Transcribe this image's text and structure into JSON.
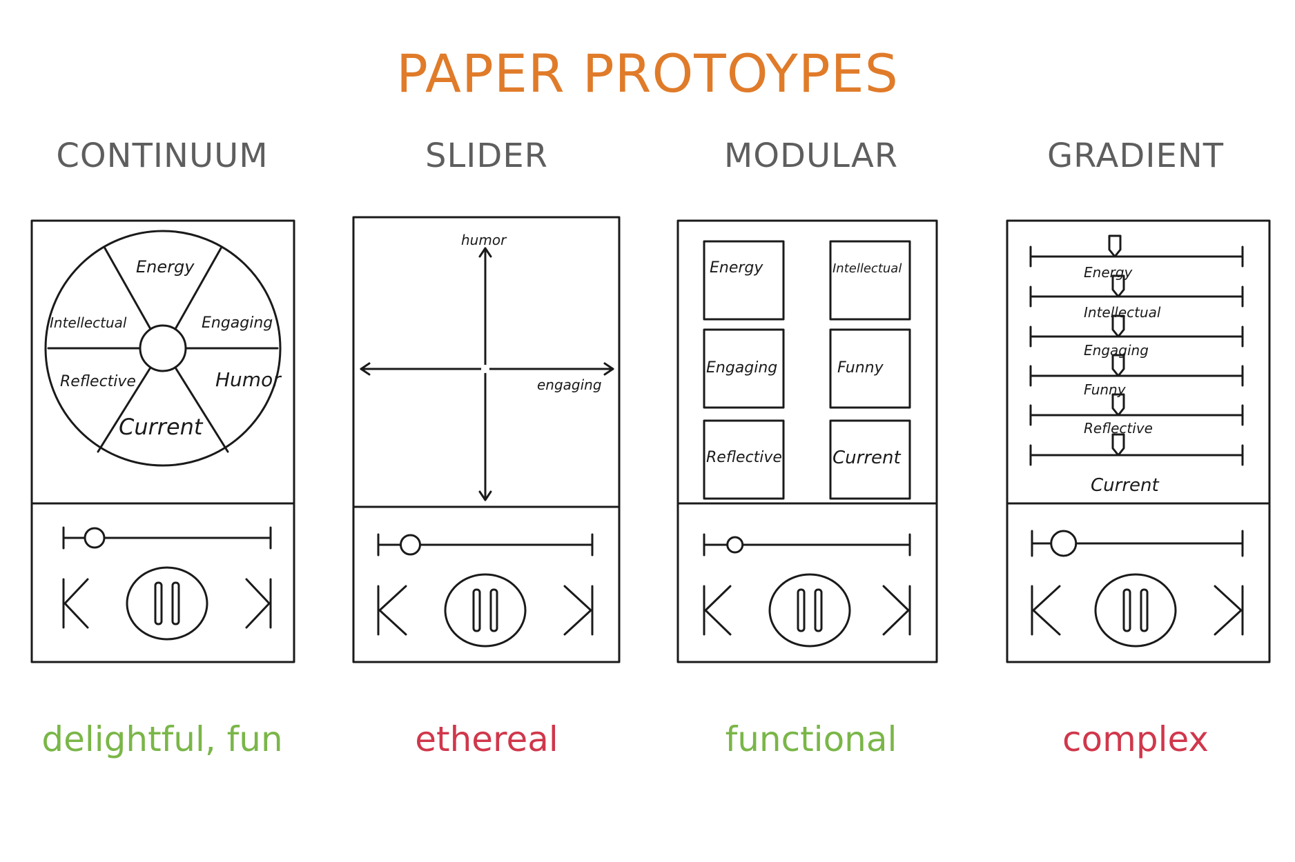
{
  "title": "PAPER PROTOYPES",
  "colors": {
    "title": "#e07b2a",
    "heading": "#5e5e5e",
    "positive": "#7ab648",
    "negative": "#d0374b",
    "ink": "#1a1a1a"
  },
  "columns": [
    {
      "heading": "CONTINUUM",
      "caption": "delightful, fun",
      "caption_tone": "positive",
      "sketch_labels": [
        "Energy",
        "Intellectual",
        "Engaging",
        "Reflective",
        "Humor",
        "Current"
      ]
    },
    {
      "heading": "SLIDER",
      "caption": "ethereal",
      "caption_tone": "negative",
      "sketch_labels": [
        "humor",
        "engaging"
      ]
    },
    {
      "heading": "MODULAR",
      "caption": "functional",
      "caption_tone": "positive",
      "sketch_labels": [
        "Energy",
        "Intellectual",
        "Engaging",
        "Funny",
        "Reflective",
        "Current"
      ]
    },
    {
      "heading": "GRADIENT",
      "caption": "complex",
      "caption_tone": "negative",
      "sketch_labels": [
        "Energy",
        "Intellectual",
        "Engaging",
        "Funny",
        "Reflective",
        "Current"
      ]
    }
  ],
  "player": {
    "prev_icon": "skip-back-icon",
    "pause_icon": "pause-icon",
    "next_icon": "skip-forward-icon",
    "progress_fraction": 0.15
  }
}
